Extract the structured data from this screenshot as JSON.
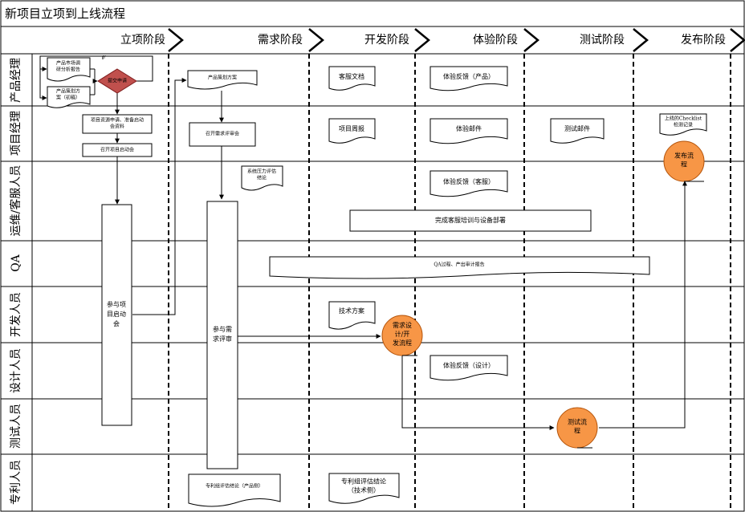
{
  "title": "新项目立项到上线流程",
  "phases": [
    "立项阶段",
    "需求阶段",
    "开发阶段",
    "体验阶段",
    "测试阶段",
    "发布阶段"
  ],
  "roles": [
    "产品经理",
    "项目经理",
    "运维/客服人员",
    "QA",
    "开发人员",
    "设计人员",
    "测试人员",
    "专利人员"
  ],
  "nodes": {
    "market_report": [
      "产品市场调",
      "研分析报告"
    ],
    "plan_draft": [
      "产品策划方",
      "案（初稿）"
    ],
    "submit_request": [
      "提交申请"
    ],
    "resource_apply": [
      "项目资源申请、准备启动",
      "会资料"
    ],
    "kickoff_meeting": [
      "召开项目启动会"
    ],
    "join_kickoff": [
      "参与项",
      "目启动",
      "会"
    ],
    "product_plan": [
      "产品策划方案"
    ],
    "req_review_meeting": [
      "召开需求评审会"
    ],
    "stress_eval": [
      "系统压力评估",
      "结论"
    ],
    "join_req_review": [
      "参与需",
      "求评审"
    ],
    "patent_eval_product": [
      "专利组评估结论（产品侧）"
    ],
    "cs_doc": [
      "客服文档"
    ],
    "weekly_report": [
      "项目周报"
    ],
    "tech_plan": [
      "技术方案"
    ],
    "dev_flow": [
      "需求设",
      "计/开",
      "发流程"
    ],
    "patent_eval_tech": [
      "专利组评估结论",
      "（技术侧）"
    ],
    "feedback_product": [
      "体验反馈（产品）"
    ],
    "exp_mail": [
      "体验邮件"
    ],
    "feedback_cs": [
      "体验反馈（客服）"
    ],
    "cs_training": [
      "完成客服培训与设备部署"
    ],
    "qa_process": [
      "QA过程、产出审计报告"
    ],
    "feedback_design": [
      "体验反馈（设计）"
    ],
    "test_mail": [
      "测试邮件"
    ],
    "test_flow": [
      "测试流",
      "程"
    ],
    "checklist": [
      "上线的Checklist",
      "检测记录"
    ],
    "release_flow": [
      "发布流",
      "程"
    ],
    "connector_mark": [
      "Y"
    ]
  }
}
